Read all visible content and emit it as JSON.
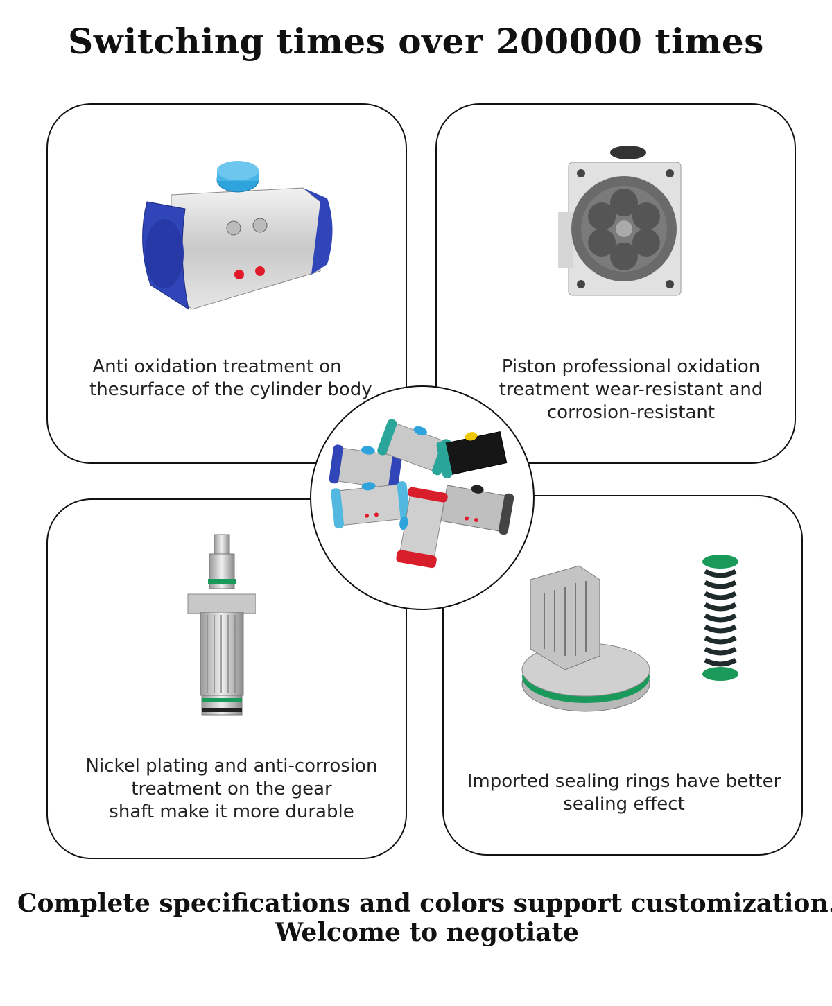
{
  "title": "Switching times over 200000 times",
  "cards": [
    {
      "caption_lines": [
        "Anti oxidation treatment on",
        "thesurface of the cylinder body"
      ],
      "image": "blue-pneumatic-actuator"
    },
    {
      "caption_lines": [
        "Piston professional oxidation",
        "treatment wear-resistant and",
        "corrosion-resistant"
      ],
      "image": "aluminum-piston-housing"
    },
    {
      "caption_lines": [
        "Nickel plating and anti-corrosion",
        "treatment on the gear",
        "shaft make it more durable"
      ],
      "image": "nickel-gear-shaft"
    },
    {
      "caption_lines": [
        "Imported sealing rings have better",
        "sealing effect"
      ],
      "image": "piston-and-spring"
    }
  ],
  "center_image": "colored-actuators-group",
  "footer_lines": [
    "Complete specifications and colors support customization.",
    "Welcome to negotiate"
  ],
  "colors": {
    "actuator_blue": "#2f45b8",
    "cap_cyan": "#2fa3dc",
    "port_red": "#e01a2a",
    "seal_green": "#1a9a5a"
  }
}
